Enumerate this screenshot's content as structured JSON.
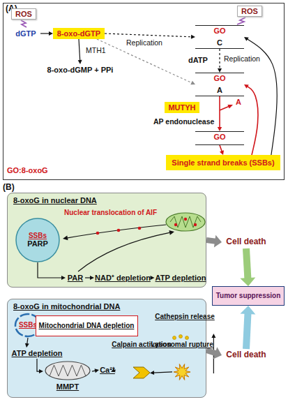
{
  "diagram": {
    "nodes": [
      {
        "text": [
          "(A)"
        ]
      },
      {
        "text": [
          "ROS"
        ],
        "in": 0
      },
      {
        "text": [
          "dGTP"
        ],
        "in": 0
      },
      {
        "text": [
          "8-oxo-dGTP"
        ],
        "in": 0
      },
      {
        "text": [
          "8-oxo-dGMP + PPi"
        ],
        "in": 0
      },
      {
        "text": [
          "ROS"
        ],
        "in": 0
      },
      {
        "text": [
          "GO",
          "C"
        ],
        "in": 0
      },
      {
        "text": [
          "GO",
          "A"
        ],
        "in": 0
      },
      {
        "text": [
          "MUTYH"
        ],
        "in": 0
      },
      {
        "text": [
          "GO"
        ],
        "in": 0
      },
      {
        "text": [
          "Single strand breaks (SSBs)"
        ],
        "in": 0
      },
      {
        "text": [
          "8-oxoG in nuclear DNA"
        ]
      },
      {
        "text": [
          "SSBs",
          "PARP"
        ],
        "in": 11
      },
      {
        "text": [
          "PAR"
        ],
        "in": 11
      },
      {
        "text": [
          "NAD⁺ depletion"
        ],
        "in": 11
      },
      {
        "text": [
          "ATP depletion"
        ],
        "in": 11
      },
      {
        "text": [
          "Cell death"
        ]
      },
      {
        "text": [
          "8-oxoG in mitochondrial DNA"
        ]
      },
      {
        "text": [
          "SSBs"
        ],
        "in": 17
      },
      {
        "text": [
          "Mitochondrial DNA depletion"
        ],
        "in": 17
      },
      {
        "text": [
          "ATP depletion"
        ],
        "in": 17
      },
      {
        "text": [
          "MMPT"
        ],
        "in": 17
      },
      {
        "text": [
          "Ca²⁺"
        ],
        "in": 17
      },
      {
        "text": [
          "Calpain activation"
        ],
        "in": 17
      },
      {
        "text": [
          "Lysosomal rupture"
        ],
        "in": 17
      },
      {
        "text": [
          "Cathepsin release"
        ],
        "in": 17
      },
      {
        "text": [
          "Cell death"
        ]
      },
      {
        "text": [
          "Tumor suppression"
        ]
      }
    ],
    "edges": [
      {
        "from": 2,
        "to": 3,
        "arrow": "to"
      },
      {
        "from": 3,
        "to": 4,
        "label": "MTH1",
        "arrow": "to"
      },
      {
        "from": 3,
        "to": 6,
        "label": "Replication",
        "arrow": "to"
      },
      {
        "from": 3,
        "to": 7,
        "arrow": "to"
      },
      {
        "from": 6,
        "to": 7,
        "label": "Replication",
        "arrow": "to"
      },
      {
        "from": 7,
        "to": 9,
        "arrow": "to"
      },
      {
        "from": 9,
        "to": 10,
        "arrow": "to"
      },
      {
        "from": 10,
        "to": 6,
        "arrow": "to"
      },
      {
        "from": 10,
        "to": 7,
        "arrow": "to"
      },
      {
        "from": 12,
        "to": 13,
        "arrow": "to"
      },
      {
        "from": 13,
        "to": 14,
        "arrow": "to"
      },
      {
        "from": 14,
        "to": 15,
        "arrow": "to"
      },
      {
        "from": 11,
        "to": 16,
        "arrow": "to"
      },
      {
        "from": 18,
        "to": 20,
        "arrow": "to"
      },
      {
        "from": 20,
        "to": 21,
        "arrow": "to"
      },
      {
        "from": 21,
        "to": 22,
        "arrow": "to"
      },
      {
        "from": 22,
        "to": 23,
        "arrow": "to"
      },
      {
        "from": 23,
        "to": 24,
        "arrow": "to"
      },
      {
        "from": 24,
        "to": 25,
        "arrow": "to"
      },
      {
        "from": 17,
        "to": 26,
        "arrow": "to"
      },
      {
        "from": 16,
        "to": 27,
        "arrow": "to"
      },
      {
        "from": 26,
        "to": 27,
        "arrow": "to"
      }
    ],
    "labels": [
      "GO:8-oxoG",
      "dATP",
      "A",
      "AP endonuclease",
      "(B)",
      "Nuclear translocation of AIF"
    ]
  }
}
